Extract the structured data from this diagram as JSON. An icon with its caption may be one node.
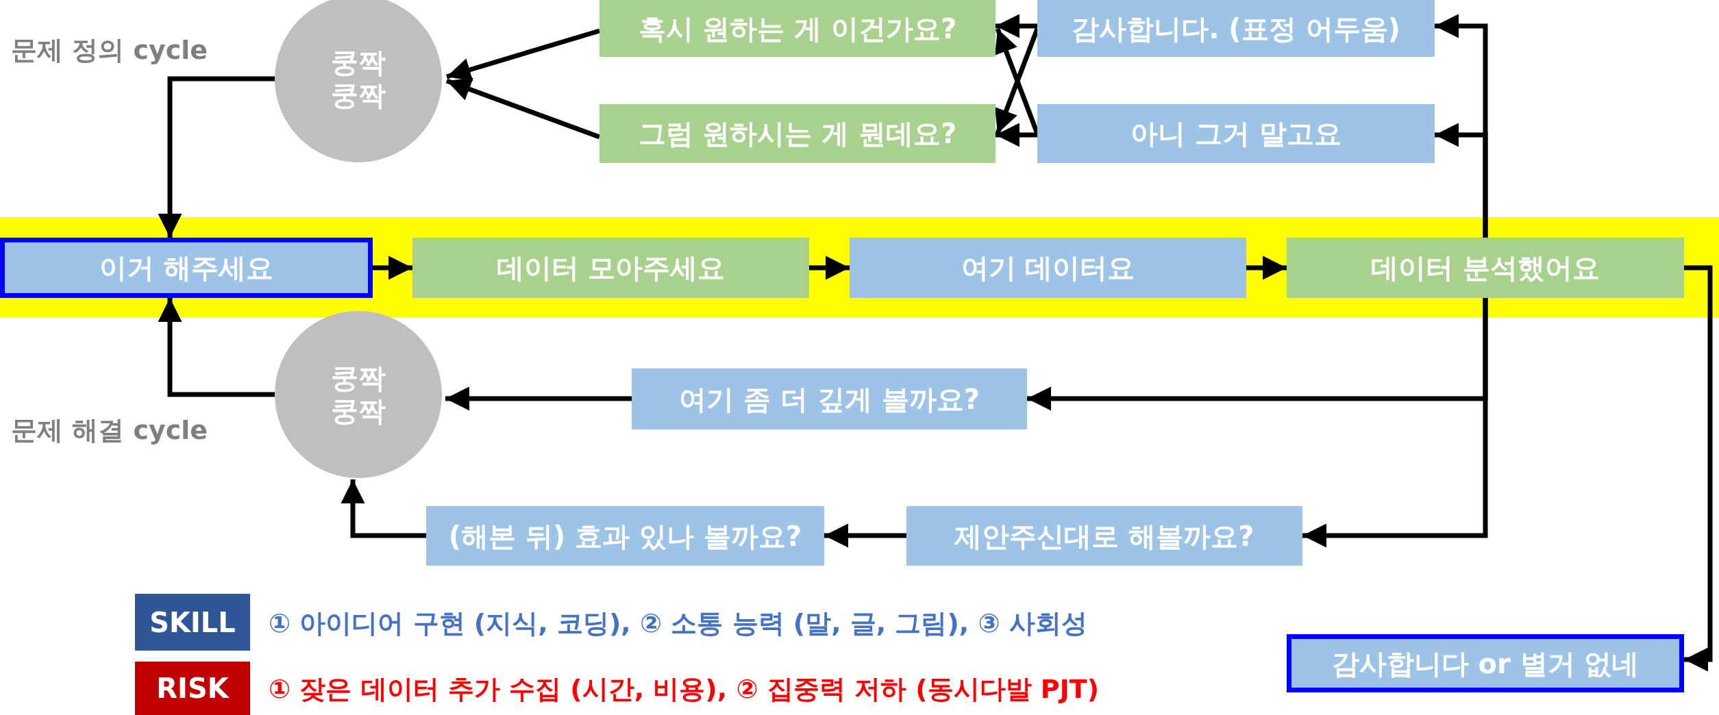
{
  "diagram": {
    "nodes": [
      {
        "text": [
          "쿵짝 쿵짝"
        ]
      },
      {
        "text": [
          "혹시 원하는 게 이건가요?"
        ]
      },
      {
        "text": [
          "그럼 원하시는 게 뭔데요?"
        ]
      },
      {
        "text": [
          "감사합니다. (표정 어두움)"
        ]
      },
      {
        "text": [
          "아니 그거 말고요"
        ]
      },
      {
        "text": [
          "이거 해주세요"
        ]
      },
      {
        "text": [
          "데이터 모아주세요"
        ]
      },
      {
        "text": [
          "여기 데이터요"
        ]
      },
      {
        "text": [
          "데이터 분석했어요"
        ]
      },
      {
        "text": [
          "쿵짝 쿵짝"
        ]
      },
      {
        "text": [
          "여기 좀 더 깊게 볼까요?"
        ]
      },
      {
        "text": [
          "(해본 뒤) 효과 있나 볼까요?"
        ]
      },
      {
        "text": [
          "제안주신대로 해볼까요?"
        ]
      },
      {
        "text": [
          "감사합니다 or 별거 없네"
        ]
      },
      {
        "text": [
          "SKILL"
        ],
        "beside": [
          "① 아이디어 구현 (지식, 코딩), ② 소통 능력 (말, 글, 그림), ③ 사회성"
        ]
      },
      {
        "text": [
          "RISK"
        ],
        "beside": [
          "① 잦은 데이터 추가 수집 (시간, 비용), ② 집중력 저하 (동시다발 PJT)"
        ]
      }
    ],
    "edges": [
      {
        "from": 1,
        "to": 0,
        "arrow": "to"
      },
      {
        "from": 2,
        "to": 0,
        "arrow": "to"
      },
      {
        "from": 0,
        "to": 5,
        "arrow": "to"
      },
      {
        "from": 5,
        "to": 6,
        "arrow": "to"
      },
      {
        "from": 6,
        "to": 7,
        "arrow": "to"
      },
      {
        "from": 7,
        "to": 8,
        "arrow": "to"
      },
      {
        "from": 8,
        "to": 3,
        "arrow": "to"
      },
      {
        "from": 8,
        "to": 4,
        "arrow": "to"
      },
      {
        "from": 8,
        "to": 10,
        "arrow": "to"
      },
      {
        "from": 8,
        "to": 12,
        "arrow": "to"
      },
      {
        "from": 3,
        "to": 1,
        "arrow": "to"
      },
      {
        "from": 3,
        "to": 2,
        "arrow": "to"
      },
      {
        "from": 4,
        "to": 1,
        "arrow": "to"
      },
      {
        "from": 4,
        "to": 2,
        "arrow": "to"
      },
      {
        "from": 8,
        "to": 13,
        "arrow": "to"
      },
      {
        "from": 10,
        "to": 9,
        "arrow": "to"
      },
      {
        "from": 12,
        "to": 11,
        "arrow": "to"
      },
      {
        "from": 11,
        "to": 9,
        "arrow": "to"
      },
      {
        "from": 9,
        "to": 5,
        "arrow": "to"
      }
    ],
    "labels": [
      "문제 정의 cycle",
      "문제 해결 cycle"
    ]
  }
}
